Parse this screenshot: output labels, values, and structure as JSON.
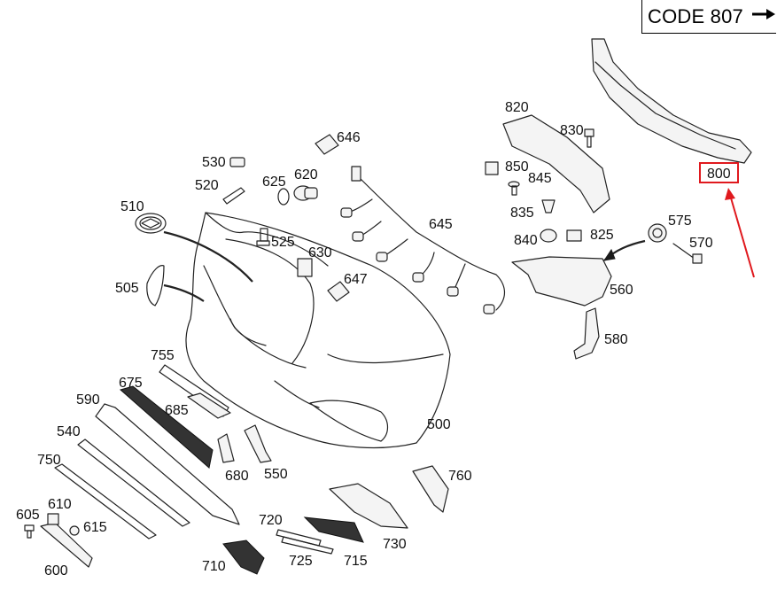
{
  "code_box": {
    "label": "CODE 807",
    "arrow_icon": "right-arrow-icon"
  },
  "highlight": {
    "part": "800",
    "color": "#e0191e"
  },
  "callouts": {
    "c500": "500",
    "c505": "505",
    "c510": "510",
    "c520": "520",
    "c525": "525",
    "c530": "530",
    "c540": "540",
    "c550": "550",
    "c560": "560",
    "c570": "570",
    "c575": "575",
    "c580": "580",
    "c590": "590",
    "c600": "600",
    "c605": "605",
    "c610": "610",
    "c615": "615",
    "c620": "620",
    "c625": "625",
    "c630": "630",
    "c645": "645",
    "c646": "646",
    "c647": "647",
    "c675": "675",
    "c680": "680",
    "c685": "685",
    "c710": "710",
    "c715": "715",
    "c720": "720",
    "c725": "725",
    "c730": "730",
    "c750": "750",
    "c755": "755",
    "c760": "760",
    "c800": "800",
    "c820": "820",
    "c825": "825",
    "c830": "830",
    "c835": "835",
    "c840": "840",
    "c845": "845",
    "c850": "850"
  }
}
